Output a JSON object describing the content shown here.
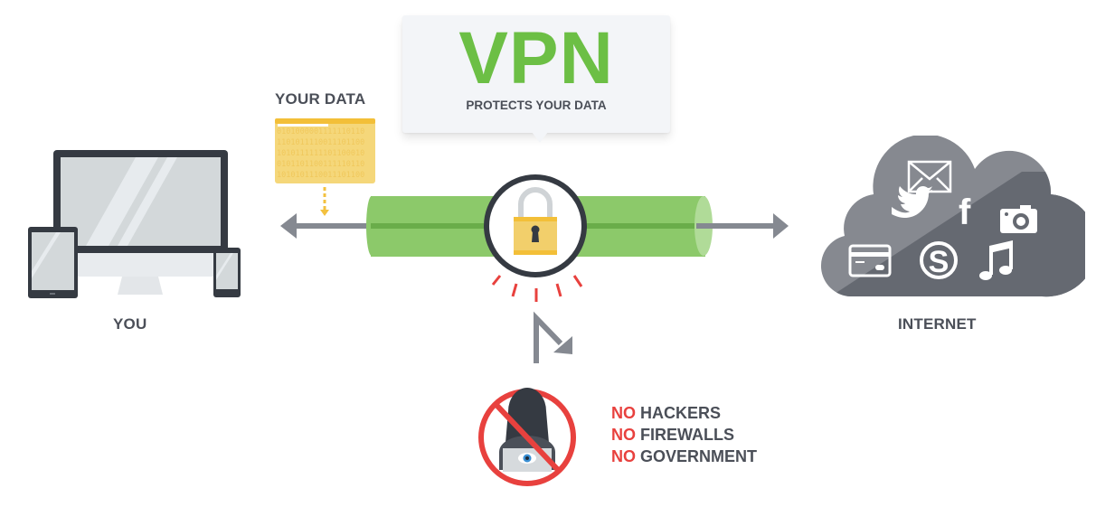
{
  "bubble": {
    "title": "VPN",
    "subtitle": "PROTECTS YOUR DATA"
  },
  "labels": {
    "you": "YOU",
    "your_data": "YOUR DATA",
    "internet": "INTERNET"
  },
  "folder": {
    "binary_rows": [
      "0101000001111110110",
      "1101011110011101100",
      "1010111111101100010",
      "0101101100111110110",
      "1010101110011101100"
    ]
  },
  "blocked": {
    "prefix": "NO",
    "items": [
      "HACKERS",
      "FIREWALLS",
      "GOVERNMENT"
    ]
  },
  "cloud_icons": [
    "mail-icon",
    "twitter-icon",
    "facebook-icon",
    "camera-icon",
    "credit-card-icon",
    "skype-icon",
    "music-note-icon"
  ],
  "colors": {
    "green": "#6cbf45",
    "pipe": "#8cc96a",
    "red": "#e8413e",
    "dark": "#353a42",
    "gray_arrow": "#858991",
    "folder": "#f5d77a",
    "lock": "#f2cf6b"
  }
}
